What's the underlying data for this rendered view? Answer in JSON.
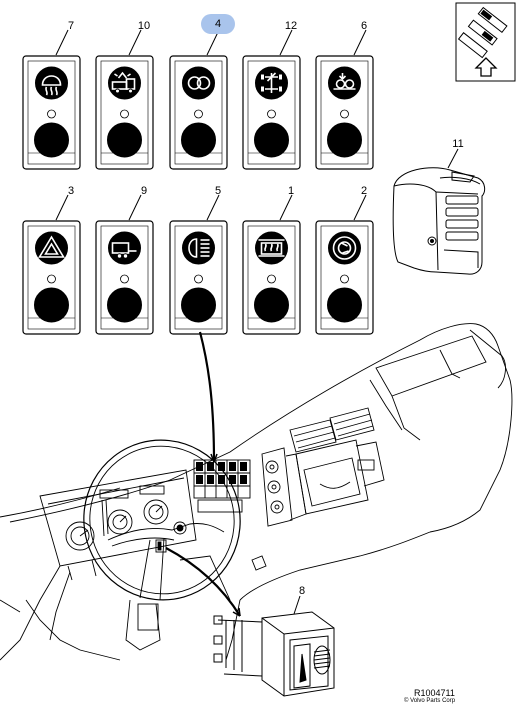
{
  "switches_top": [
    {
      "callout": "7",
      "icon": "rear-defrost-icon"
    },
    {
      "callout": "10",
      "icon": "trailer-lamps-icon"
    },
    {
      "callout": "4",
      "icon": "spotlight-icon",
      "highlighted": true
    },
    {
      "callout": "12",
      "icon": "differential-lock-icon"
    },
    {
      "callout": "6",
      "icon": "tag-axle-icon"
    }
  ],
  "switches_bottom": [
    {
      "callout": "3",
      "icon": "hazard-warning-icon"
    },
    {
      "callout": "9",
      "icon": "trailer-icon"
    },
    {
      "callout": "5",
      "icon": "main-beam-icon"
    },
    {
      "callout": "1",
      "icon": "engine-heater-icon"
    },
    {
      "callout": "2",
      "icon": "exhaust-brake-icon"
    }
  ],
  "side_switch": {
    "callout": "11"
  },
  "dimmer_switch": {
    "callout": "8"
  },
  "reference": "R1004711",
  "copyright": "© Volvo Parts Corp",
  "colors": {
    "highlight": "#a9c4ec",
    "line": "#000000"
  }
}
